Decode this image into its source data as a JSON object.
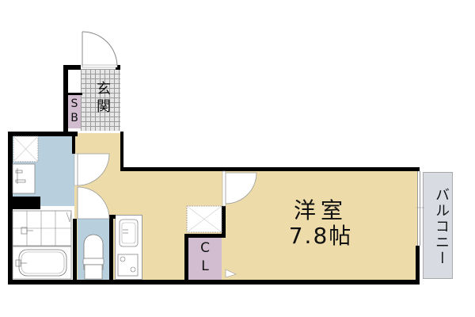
{
  "colors": {
    "wall": "#000000",
    "living_floor": "#eddcaa",
    "wet_area": "#b8cfdd",
    "storage": "#d2bcd0",
    "entrance_tile": "#e6e6e6",
    "balcony": "#d9dbe3"
  },
  "rooms": {
    "entrance": {
      "label_line1": "玄",
      "label_line2": "関"
    },
    "shoe_box": {
      "label_line1": "S",
      "label_line2": "B"
    },
    "western_room": {
      "label_line1": "洋室",
      "label_line2": "7.8帖"
    },
    "closet": {
      "label_line1": "C",
      "label_line2": "L"
    },
    "balcony": {
      "label": "バルコニー"
    }
  },
  "fixtures": [
    "washing-machine-space",
    "washbasin",
    "shower",
    "bathtub",
    "toilet",
    "kitchen-sink",
    "two-burner-stove",
    "refrigerator-space"
  ]
}
